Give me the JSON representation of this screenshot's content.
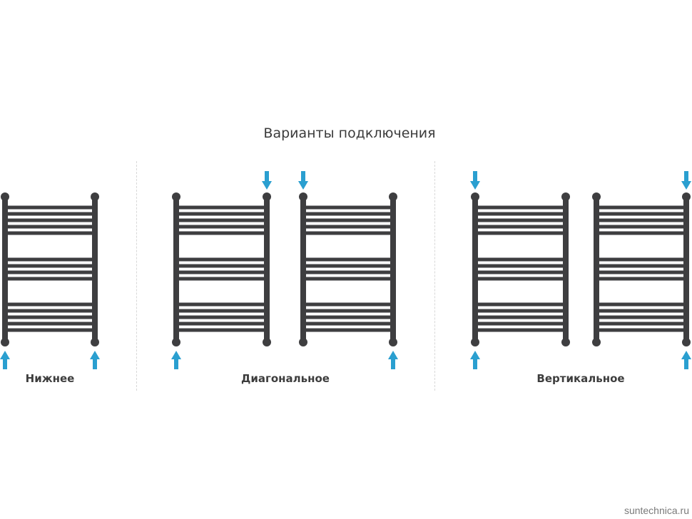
{
  "title": "Варианты подключения",
  "groups": [
    {
      "label": "Нижнее"
    },
    {
      "label": "Диагональное"
    },
    {
      "label": "Вертикальное"
    }
  ],
  "watermark": "suntechnica.ru",
  "colors": {
    "rail": "#3e3e40",
    "arrow": "#2a9fd0",
    "text": "#3b3b3b"
  },
  "icons": {
    "arrow_in": "arrow-down-icon",
    "arrow_out": "arrow-up-icon"
  }
}
